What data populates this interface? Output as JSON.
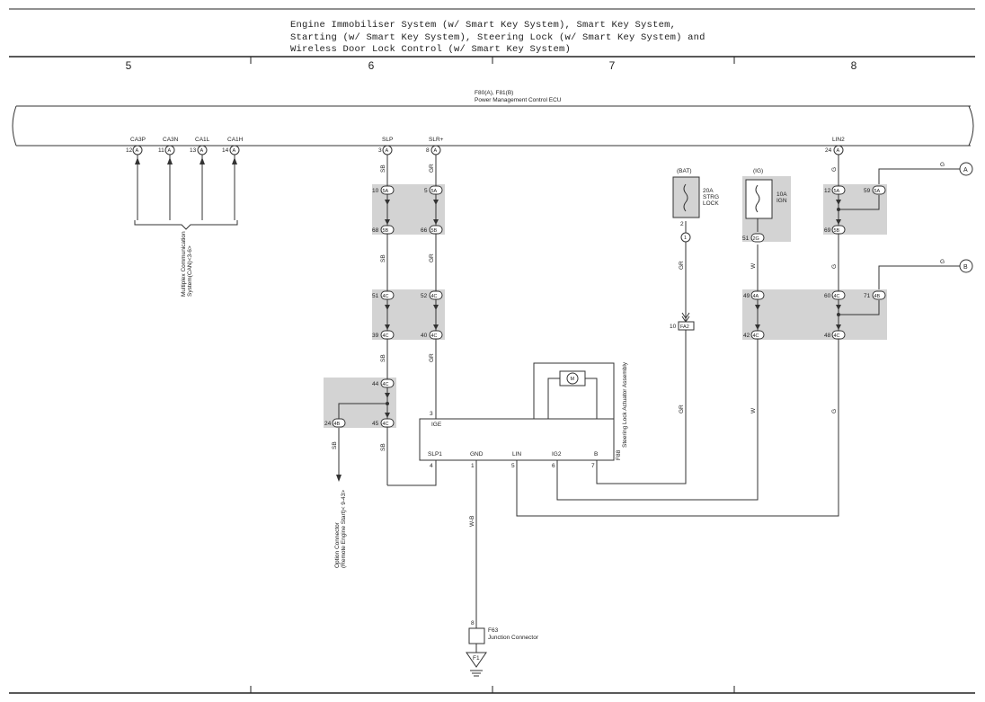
{
  "header": {
    "title_lines": [
      "Engine Immobiliser System (w/ Smart Key System),  Smart Key System,",
      "Starting (w/ Smart Key System),  Steering Lock (w/ Smart Key System) and",
      "Wireless Door Lock Control (w/ Smart Key System)"
    ],
    "columns": [
      "5",
      "6",
      "7",
      "8"
    ]
  },
  "ecu": {
    "code": "F80(A), F81(B)",
    "name": "Power Management Control ECU",
    "terminals": [
      {
        "name": "CA3P",
        "pin": "12",
        "conn": "A"
      },
      {
        "name": "CA3N",
        "pin": "11",
        "conn": "A"
      },
      {
        "name": "CA1L",
        "pin": "13",
        "conn": "A"
      },
      {
        "name": "CA1H",
        "pin": "14",
        "conn": "A"
      },
      {
        "name": "SLP",
        "pin": "3",
        "conn": "A"
      },
      {
        "name": "SLR+",
        "pin": "8",
        "conn": "A"
      },
      {
        "name": "LIN2",
        "pin": "24",
        "conn": "A"
      }
    ]
  },
  "multiplex_label": [
    "Multiplex Communication",
    "System(CAN)<3-6>"
  ],
  "wire_colors": {
    "sb": "SB",
    "gr": "GR",
    "w": "W",
    "g": "G",
    "wb": "W-B"
  },
  "connectors": {
    "slp_5a": {
      "pin": "10",
      "code": "5A"
    },
    "slp_5b": {
      "pin": "68",
      "code": "5B"
    },
    "slr_5a": {
      "pin": "5",
      "code": "5A"
    },
    "slr_5b": {
      "pin": "66",
      "code": "5B"
    },
    "slp_4c_top": {
      "pin": "51",
      "code": "4C"
    },
    "slp_4c_bot": {
      "pin": "39",
      "code": "4C"
    },
    "slr_4c_top": {
      "pin": "52",
      "code": "4C"
    },
    "slr_4c_bot": {
      "pin": "40",
      "code": "4C"
    },
    "j_4c_top": {
      "pin": "44",
      "code": "4C"
    },
    "j_4b": {
      "pin": "24",
      "code": "4B"
    },
    "j_4c_bot": {
      "pin": "45",
      "code": "4C"
    },
    "ign_2g": {
      "pin": "51",
      "code": "2G"
    },
    "ign_4a": {
      "pin": "49",
      "code": "4A"
    },
    "ign_4c": {
      "pin": "42",
      "code": "4C"
    },
    "lin_5a_a": {
      "pin": "12",
      "code": "5A"
    },
    "lin_5a_b": {
      "pin": "59",
      "code": "5A"
    },
    "lin_5b": {
      "pin": "69",
      "code": "5B"
    },
    "lin_4c_a": {
      "pin": "60",
      "code": "4C"
    },
    "lin_4b": {
      "pin": "71",
      "code": "4B"
    },
    "lin_4c_b": {
      "pin": "48",
      "code": "4C"
    },
    "fuse_stub": {
      "pin": "1"
    },
    "fa2": {
      "pin": "10",
      "code": "FA2"
    },
    "fuse_pin2": {
      "pin": "2"
    }
  },
  "fuses": {
    "bat": {
      "source": "(BAT)",
      "rating": "20A",
      "name1": "STRG",
      "name2": "LOCK"
    },
    "ig": {
      "source": "(IG)",
      "rating": "10A",
      "name": "IGN"
    }
  },
  "steering_lock": {
    "code": "F88",
    "name": "Steering Lock Actuator Assembly",
    "motor": "M",
    "top_terminal": {
      "label": "IGE",
      "pin": "3"
    },
    "terminals": [
      {
        "label": "SLP1",
        "pin": "4"
      },
      {
        "label": "GND",
        "pin": "1"
      },
      {
        "label": "LIN",
        "pin": "5"
      },
      {
        "label": "IG2",
        "pin": "6"
      },
      {
        "label": "B",
        "pin": "7"
      }
    ]
  },
  "option_connector": [
    "Option Connector",
    "(Remote Engine Start)< 9-43>"
  ],
  "junction": {
    "pin": "8",
    "code": "F63",
    "name": "Junction Connector"
  },
  "ground": "F1",
  "refs": [
    {
      "letter": "A",
      "wire": "G"
    },
    {
      "letter": "B",
      "wire": "G"
    }
  ]
}
